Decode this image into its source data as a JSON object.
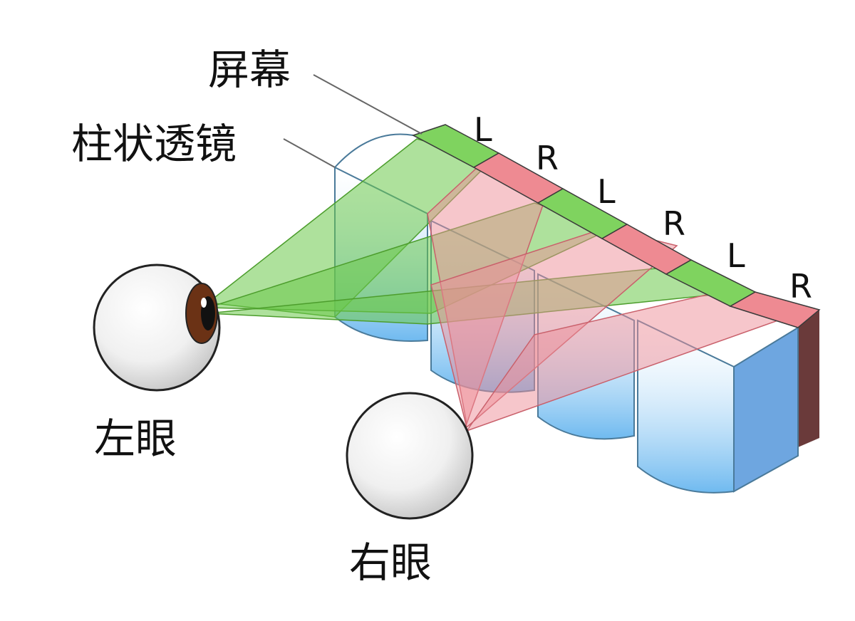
{
  "labels": {
    "screen": "屏幕",
    "lenticular_lens": "柱状透镜",
    "left_eye": "左眼",
    "right_eye": "右眼"
  },
  "pixel_strips": [
    "L",
    "R",
    "L",
    "R",
    "L",
    "R"
  ],
  "colors": {
    "left_strip": "#7fd35f",
    "right_strip": "#ee8a92",
    "left_beam": "#6cc84a",
    "right_beam": "#ee8e98",
    "lens": "#a9d6f5",
    "screen_back": "#6a3a3a",
    "iris": "#6b3215"
  }
}
